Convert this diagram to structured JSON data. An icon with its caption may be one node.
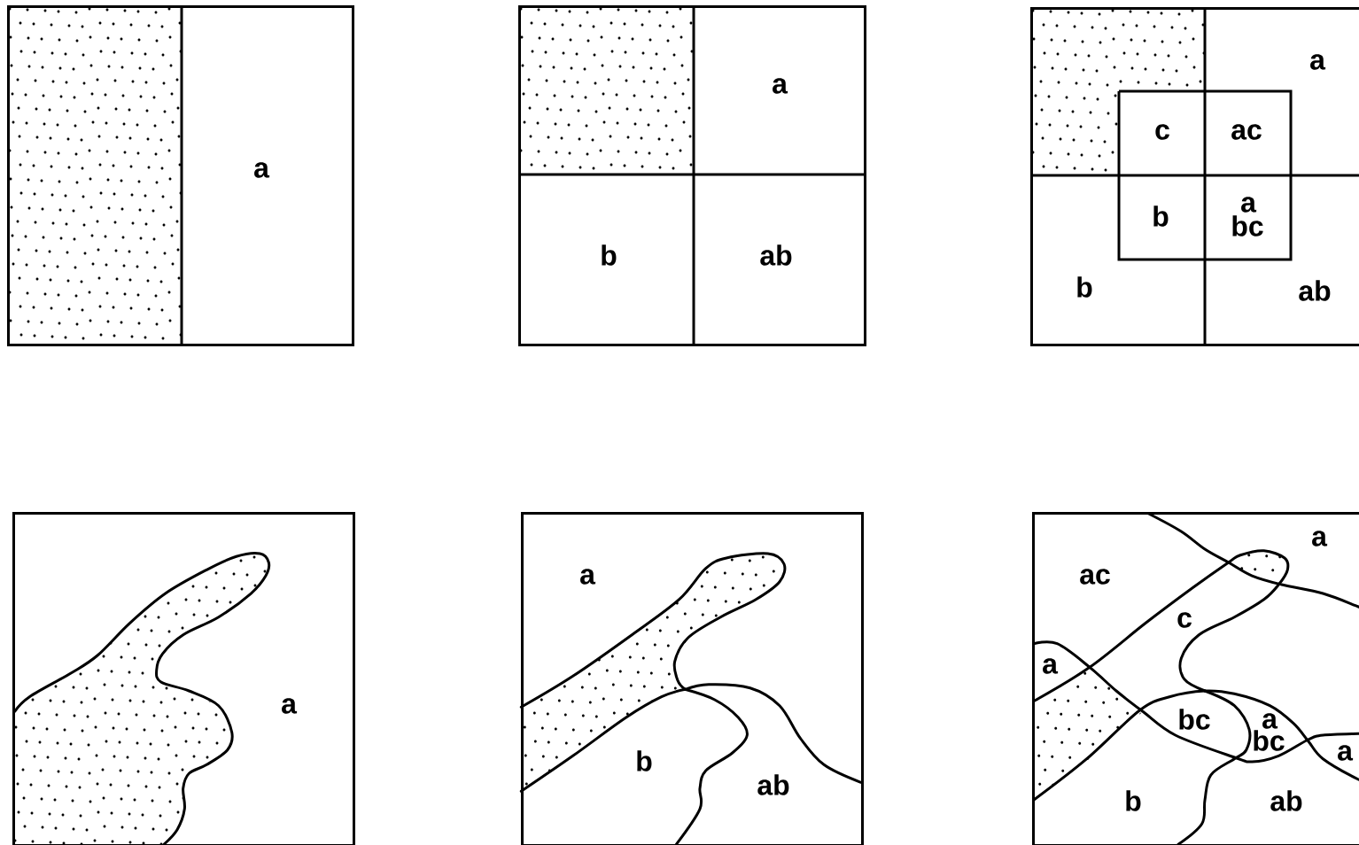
{
  "diagram": {
    "nodes": [
      {
        "text": [
          "a"
        ]
      },
      {
        "text": [
          "a",
          "b",
          "ab"
        ]
      },
      {
        "text": [
          "a",
          "c",
          "ac",
          "b",
          "a",
          "bc",
          "b",
          "ab"
        ]
      },
      {
        "text": [
          "a"
        ]
      },
      {
        "text": [
          "a",
          "b",
          "ab"
        ]
      },
      {
        "text": [
          "a",
          "ac",
          "c",
          "a",
          "bc",
          "a",
          "bc",
          "a",
          "b",
          "ab"
        ]
      }
    ]
  }
}
